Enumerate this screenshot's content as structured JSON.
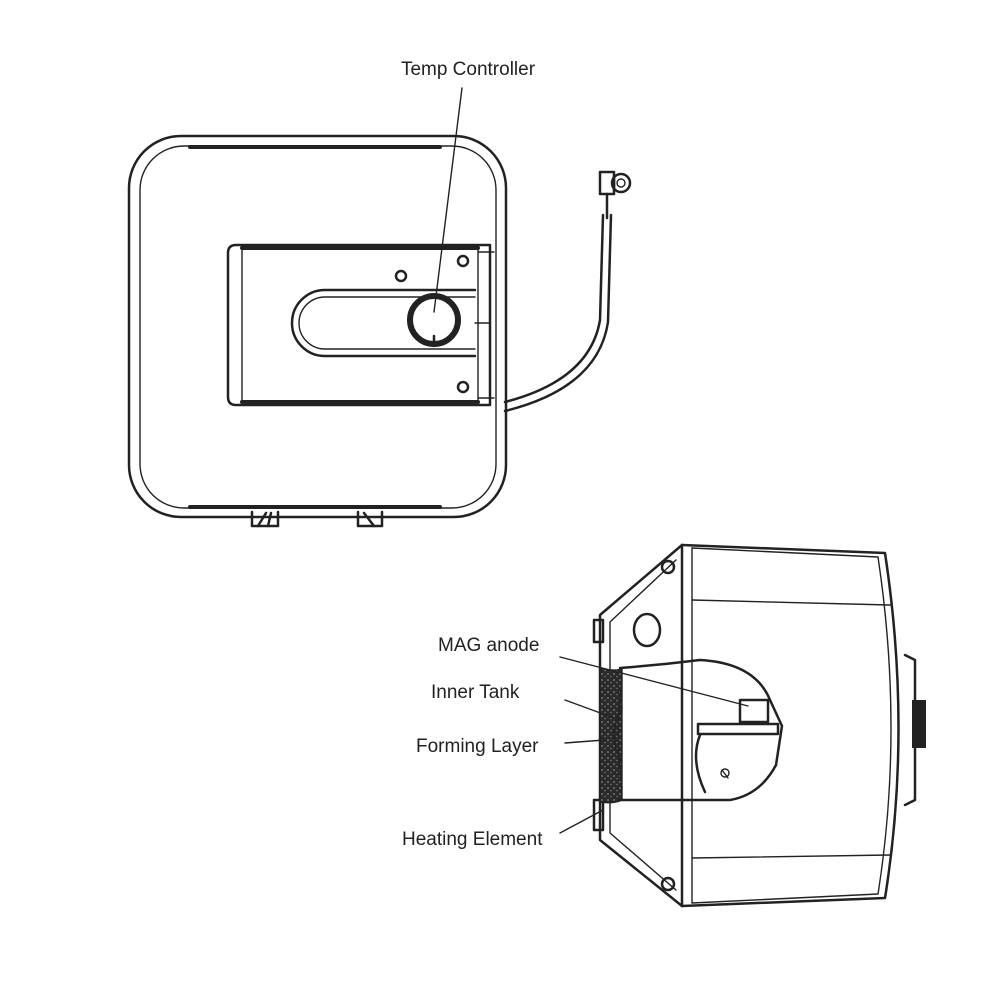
{
  "labels": {
    "temp_controller": "Temp Controller",
    "mag_anode": "MAG anode",
    "inner_tank": "Inner Tank",
    "forming_layer": "Forming Layer",
    "heating_element": "Heating Element"
  },
  "colors": {
    "line": "#222222",
    "foam": "#333333",
    "background": "#ffffff"
  }
}
